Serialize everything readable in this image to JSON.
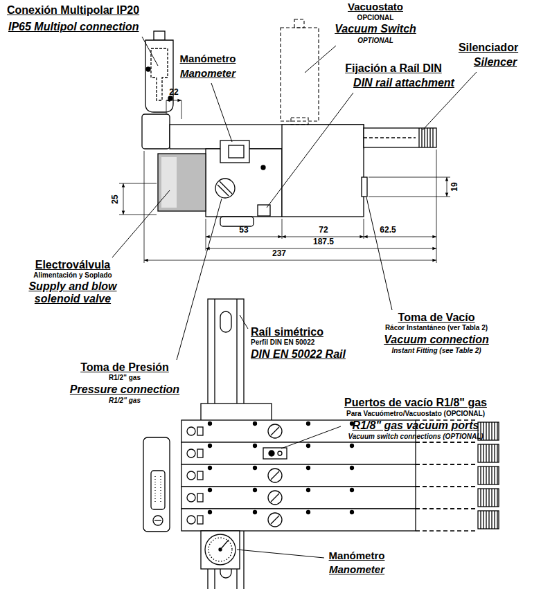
{
  "diagram": {
    "labels": [
      "Conexión Multipolar IP20",
      "IP65 Multipol connection",
      "Vacuostato",
      "OPCIONAL",
      "Vacuum Switch",
      "OPTIONAL",
      "Manómetro",
      "Manometer",
      "Silenciador",
      "Silencer",
      "Fijación a Raíl DIN",
      "DIN rail attachment",
      "22",
      "25",
      "19",
      "53",
      "72",
      "62.5",
      "187.5",
      "237",
      "Electroválvula",
      "Alimentación y Soplado",
      "Supply and blow solenoid valve",
      "Toma de Vacío",
      "Rácor Instantáneo (ver Tabla 2)",
      "Vacuum connection",
      "Instant Fitting (see Table 2)",
      "Raíl simétrico",
      "Perfil DIN EN 50022",
      "DIN EN 50022 Rail",
      "Toma de Presión",
      "R1/2\" gas",
      "Pressure connection",
      "R1/2\" gas",
      "Puertos de vacío R1/8\" gas",
      "Para Vacuómetro/Vacuostato (OPCIONAL)",
      "R1/8\" gas vacuum ports",
      "Vacuum switch connections (OPTIONAL)",
      "Manómetro",
      "Manometer"
    ]
  }
}
